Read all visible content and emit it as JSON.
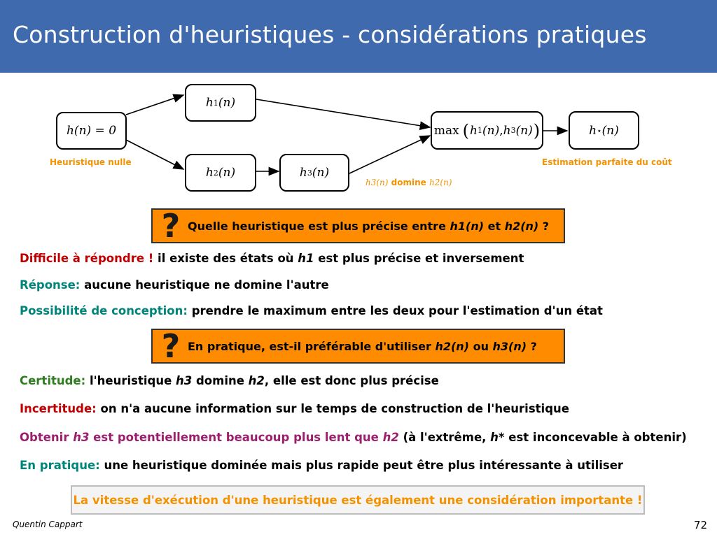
{
  "header": {
    "title": "Construction d'heuristiques - considérations pratiques"
  },
  "diagram": {
    "nodes": {
      "h0": {
        "lhs": "h(n) = 0"
      },
      "h1": {
        "f": "h",
        "sub": "1",
        "arg": "(n)"
      },
      "h2": {
        "f": "h",
        "sub": "2",
        "arg": "(n)"
      },
      "h3": {
        "f": "h",
        "sub": "3",
        "arg": "(n)"
      },
      "max": {
        "op": "max",
        "a": "h",
        "asub": "1",
        "b": "h",
        "bsub": "3",
        "arg": "(n)"
      },
      "hstar": {
        "f": "h",
        "sup": "⋆",
        "arg": "(n)"
      }
    },
    "notes": {
      "heuristic_nulle": "Heuristique nulle",
      "estimation_parfaite": "Estimation parfaite du coût",
      "domine_word": "domine",
      "domine_h3": "h3(n)",
      "domine_h2": "h2(n)"
    }
  },
  "question1": {
    "icon": "question-mark-icon",
    "part1": "Quelle heuristique est plus précise entre ",
    "h1": "h1(n)",
    "et": " et ",
    "h2": "h2(n)",
    "end": " ?"
  },
  "lines": {
    "l1": {
      "label": "Difficile à répondre !",
      "t1": " il existe des états où ",
      "em": "h1",
      "t2": " est plus précise et inversement"
    },
    "l2": {
      "label": "Réponse:",
      "text": " aucune heuristique ne domine l'autre"
    },
    "l3": {
      "label": "Possibilité de conception:",
      "text": " prendre le maximum entre les deux pour l'estimation d'un état"
    },
    "l4": {
      "label": "Certitude:",
      "t1": " l'heuristique ",
      "em1": "h3",
      "t2": " domine ",
      "em2": "h2",
      "t3": ", elle est donc plus précise"
    },
    "l5": {
      "label": "Incertitude:",
      "text": " on n'a aucune information sur le temps de construction de l'heuristique"
    },
    "l6": {
      "a": "Obtenir ",
      "em1": "h3",
      "b": " est potentiellement beaucoup plus lent que ",
      "em2": "h2",
      "c": " (à l'extrême, ",
      "em3": "h*",
      "d": " est inconcevable à obtenir)"
    },
    "l7": {
      "label": "En pratique:",
      "text": " une heuristique dominée mais plus rapide peut être plus intéressante à utiliser"
    }
  },
  "question2": {
    "icon": "question-mark-icon",
    "part1": "En pratique, est-il préférable d'utiliser ",
    "h2": "h2(n)",
    "ou": " ou ",
    "h3": "h3(n)",
    "end": " ?"
  },
  "conclusion": "La vitesse d'exécution d'une heuristique est également une considération importante !",
  "footer": {
    "author": "Quentin Cappart",
    "page": "72"
  },
  "colors": {
    "header": "#3F6BAE",
    "orange": "#FF8C00",
    "note": "#F39200",
    "red": "#C00000",
    "teal": "#00857A",
    "green": "#2E7D1F",
    "purple": "#9C1F6E"
  }
}
